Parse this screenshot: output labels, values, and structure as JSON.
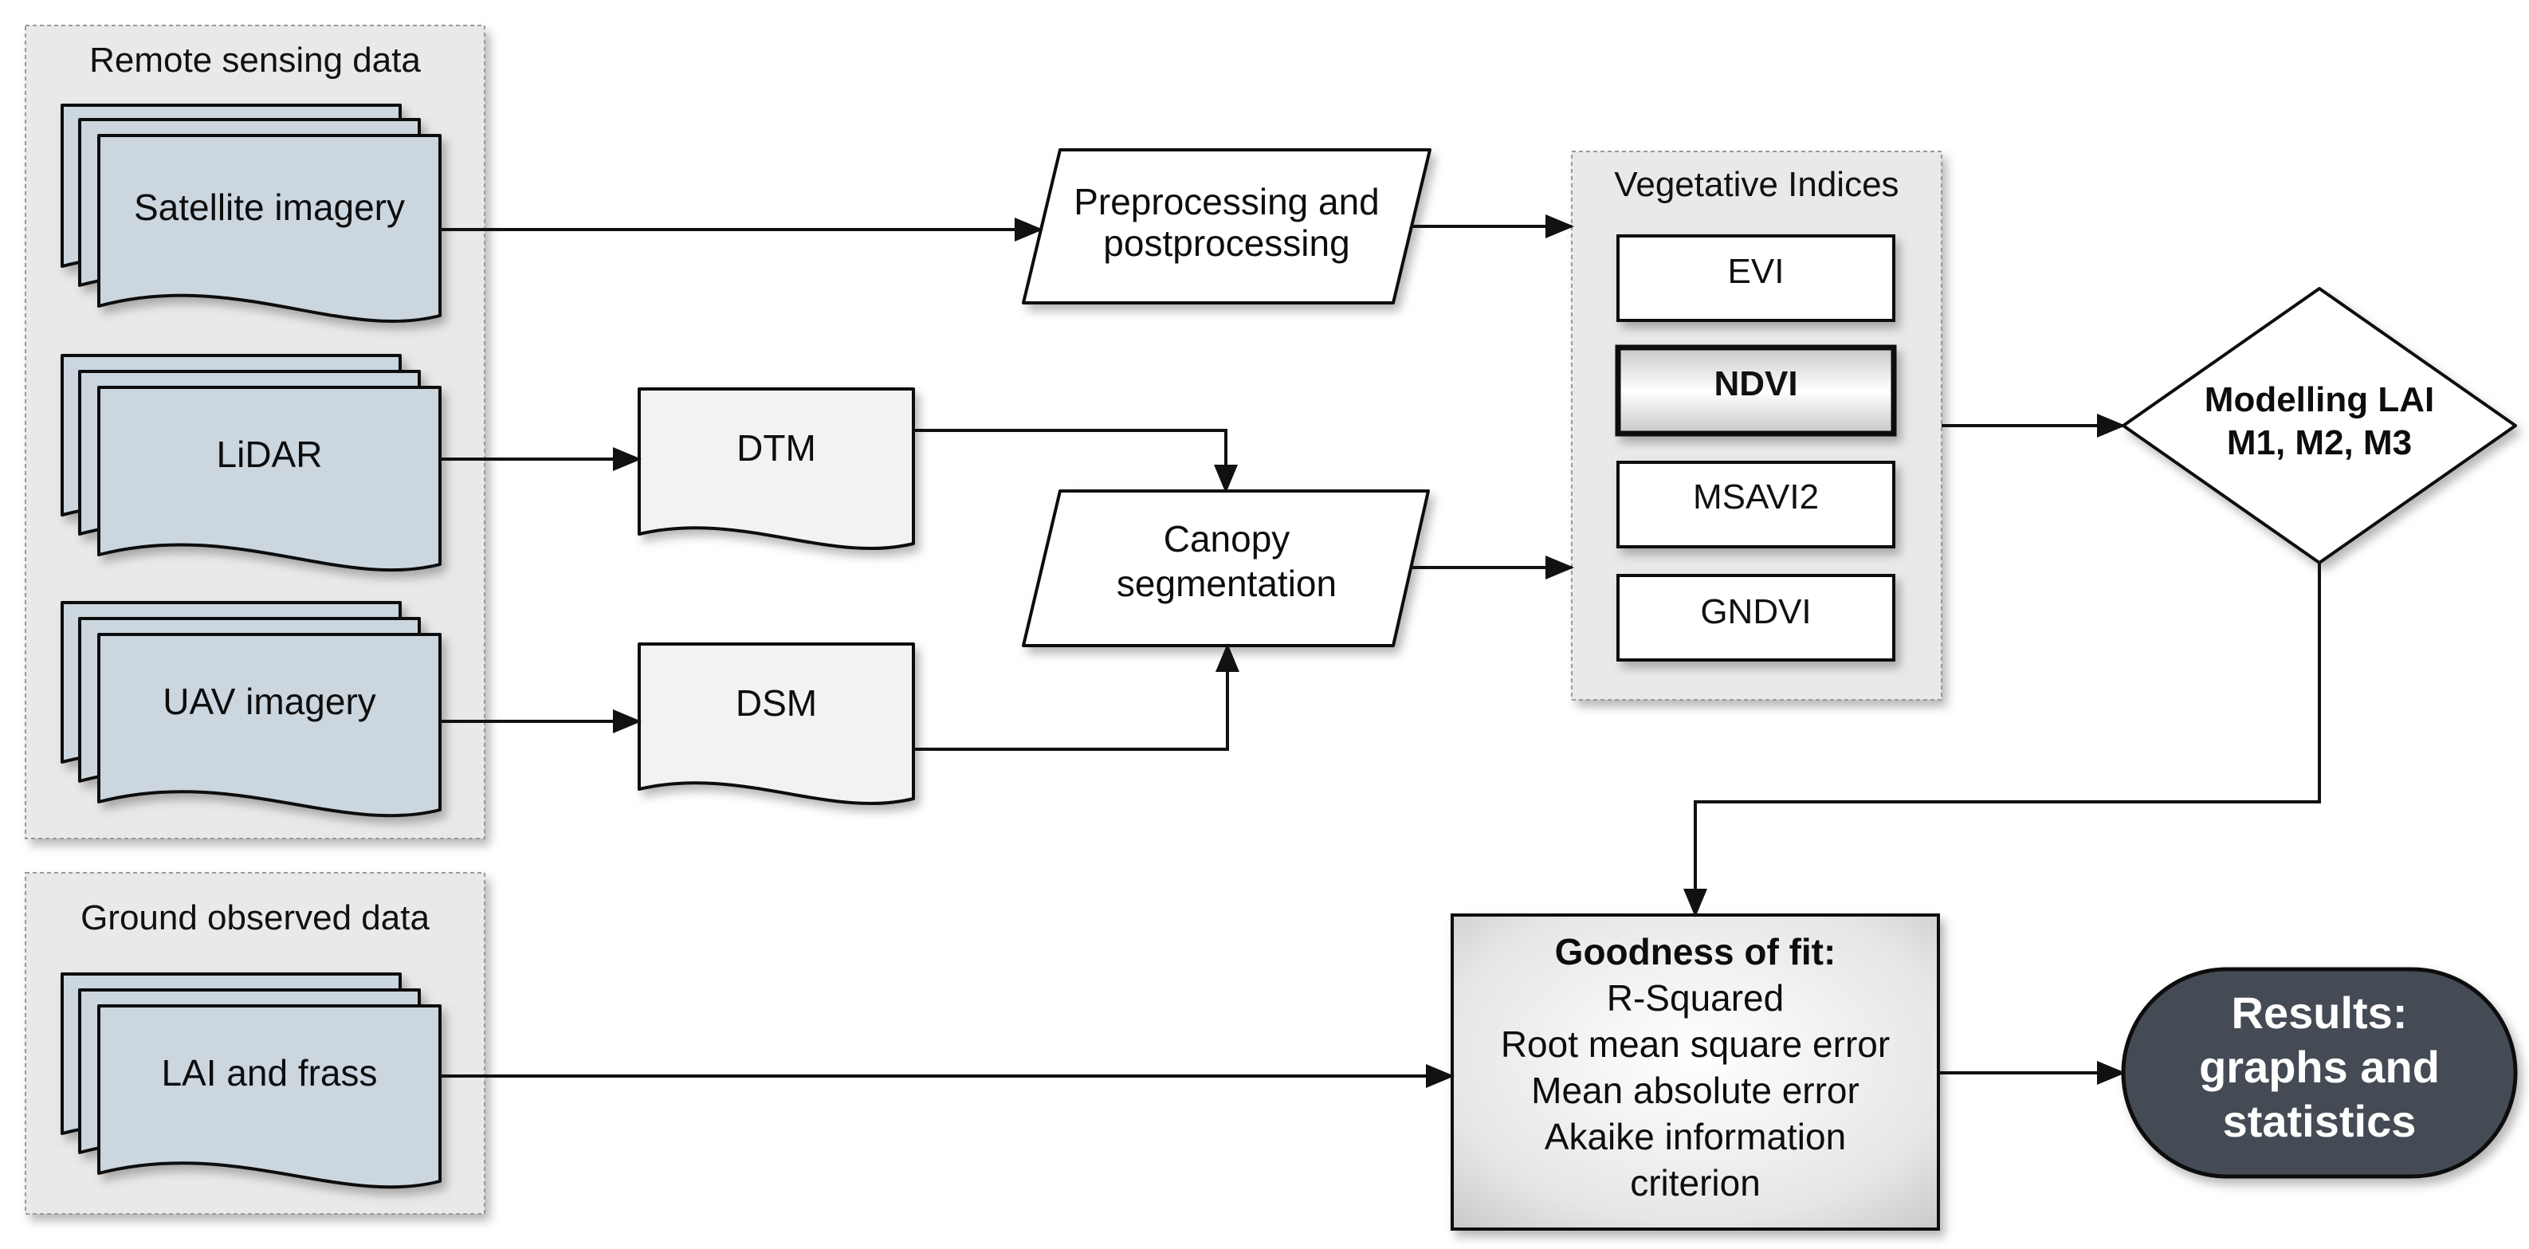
{
  "groups": {
    "remote_sensing": {
      "title": "Remote sensing data",
      "items": [
        "Satellite imagery",
        "LiDAR",
        "UAV imagery"
      ]
    },
    "ground_observed": {
      "title": "Ground observed data",
      "items": [
        "LAI and frass"
      ]
    }
  },
  "derived": {
    "dtm": "DTM",
    "dsm": "DSM"
  },
  "processes": {
    "preprocessing": [
      "Preprocessing and",
      "postprocessing"
    ],
    "segmentation": [
      "Canopy",
      "segmentation"
    ]
  },
  "vegetative_indices": {
    "title": "Vegetative Indices",
    "items": [
      "EVI",
      "NDVI",
      "MSAVI2",
      "GNDVI"
    ],
    "highlighted": "NDVI"
  },
  "decision": {
    "lines": [
      "Modelling LAI",
      "M1, M2, M3"
    ]
  },
  "goodness_of_fit": {
    "title": "Goodness of fit:",
    "lines": [
      "R-Squared",
      "Root mean square error",
      "Mean absolute error",
      "Akaike information",
      "criterion"
    ]
  },
  "results": {
    "lines": [
      "Results:",
      "graphs and",
      "statistics"
    ]
  },
  "colors": {
    "document_fill": "#cbd6df",
    "derived_fill": "#f1f2f4",
    "group_fill": "#e9e9e9",
    "results_fill": "#444c55",
    "stroke": "#111111"
  }
}
